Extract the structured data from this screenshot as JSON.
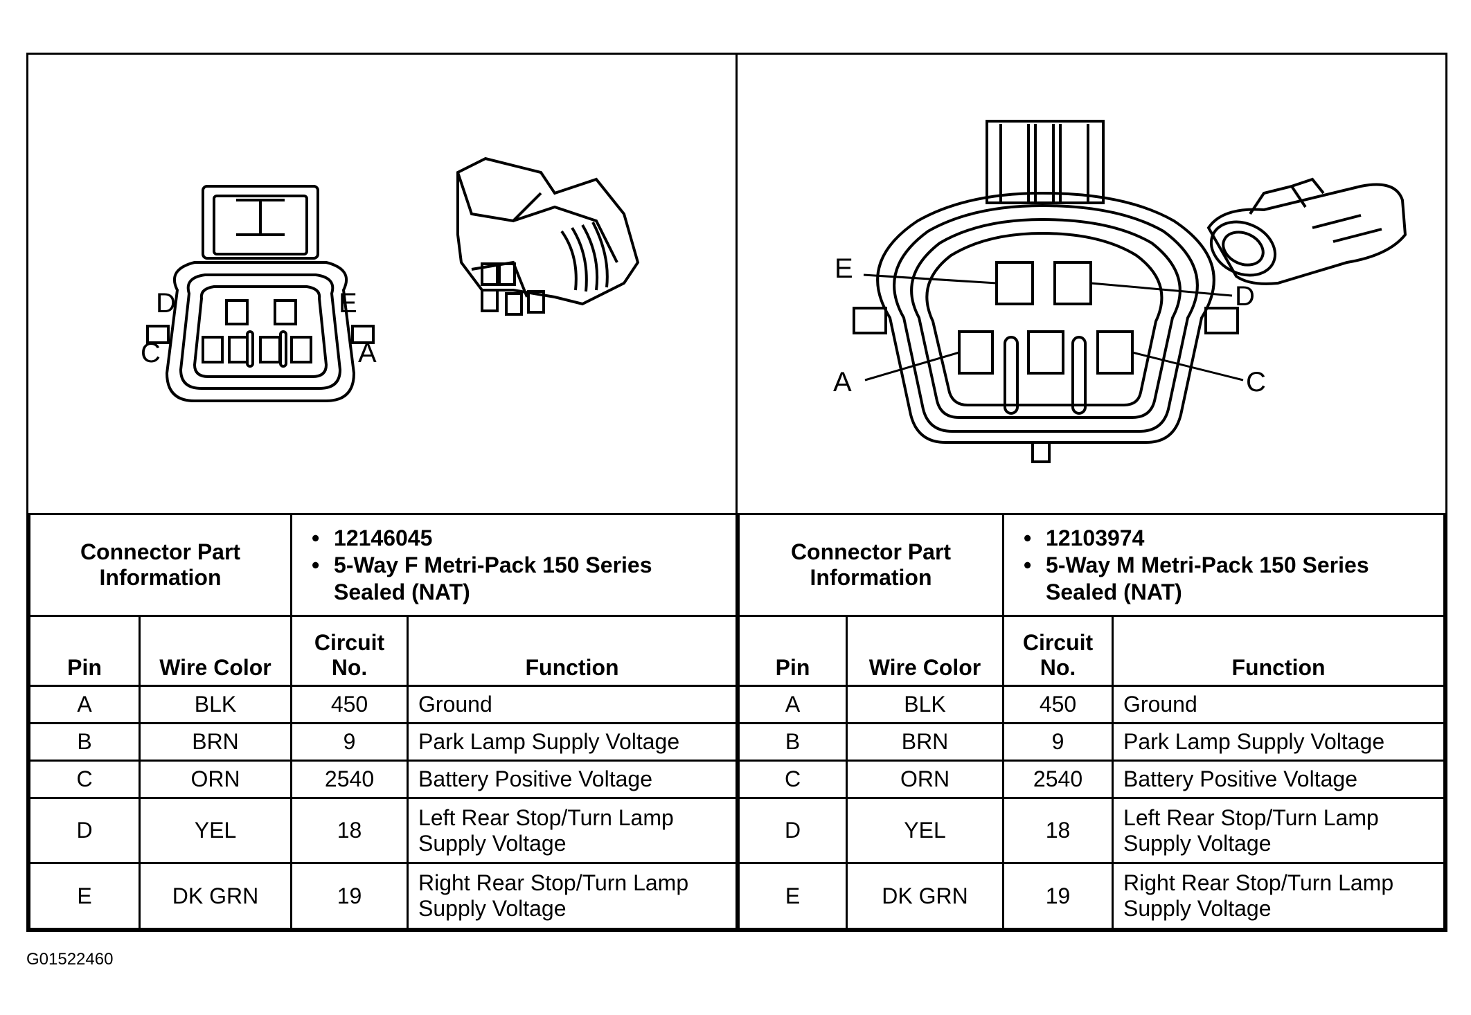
{
  "figure_code": "G01522460",
  "connectors": [
    {
      "id": "left",
      "diagram_pin_labels": [
        "D",
        "E",
        "C",
        "A"
      ],
      "info_label": "Connector Part Information",
      "part_info": [
        "12146045",
        "5-Way F Metri-Pack 150 Series Sealed (NAT)"
      ],
      "headers": {
        "pin": "Pin",
        "wire_color": "Wire Color",
        "circuit": "Circuit No.",
        "function": "Function"
      },
      "rows": [
        {
          "pin": "A",
          "wire_color": "BLK",
          "circuit": "450",
          "function": "Ground"
        },
        {
          "pin": "B",
          "wire_color": "BRN",
          "circuit": "9",
          "function": "Park Lamp Supply Voltage"
        },
        {
          "pin": "C",
          "wire_color": "ORN",
          "circuit": "2540",
          "function": "Battery Positive Voltage"
        },
        {
          "pin": "D",
          "wire_color": "YEL",
          "circuit": "18",
          "function": "Left Rear Stop/Turn Lamp Supply Voltage"
        },
        {
          "pin": "E",
          "wire_color": "DK GRN",
          "circuit": "19",
          "function": "Right Rear Stop/Turn Lamp Supply Voltage"
        }
      ]
    },
    {
      "id": "right",
      "diagram_pin_labels": [
        "E",
        "D",
        "A",
        "C"
      ],
      "info_label": "Connector Part Information",
      "part_info": [
        "12103974",
        "5-Way M Metri-Pack 150 Series Sealed (NAT)"
      ],
      "headers": {
        "pin": "Pin",
        "wire_color": "Wire Color",
        "circuit": "Circuit No.",
        "function": "Function"
      },
      "rows": [
        {
          "pin": "A",
          "wire_color": "BLK",
          "circuit": "450",
          "function": "Ground"
        },
        {
          "pin": "B",
          "wire_color": "BRN",
          "circuit": "9",
          "function": "Park Lamp Supply Voltage"
        },
        {
          "pin": "C",
          "wire_color": "ORN",
          "circuit": "2540",
          "function": "Battery Positive Voltage"
        },
        {
          "pin": "D",
          "wire_color": "YEL",
          "circuit": "18",
          "function": "Left Rear Stop/Turn Lamp Supply Voltage"
        },
        {
          "pin": "E",
          "wire_color": "DK GRN",
          "circuit": "19",
          "function": "Right Rear Stop/Turn Lamp Supply Voltage"
        }
      ]
    }
  ]
}
